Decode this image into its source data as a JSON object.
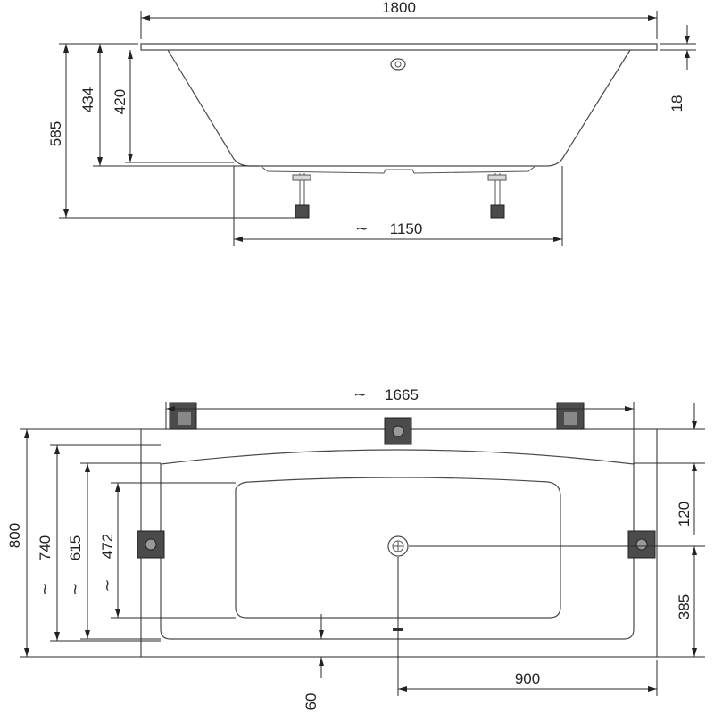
{
  "side_view": {
    "dims": {
      "length_top": "1800",
      "height_total": "585",
      "height_434": "434",
      "height_420": "420",
      "rim": "18",
      "base_length": "1150"
    },
    "approx": "~"
  },
  "top_view": {
    "dims": {
      "inner_length": "1665",
      "width_total": "800",
      "width_740": "740",
      "width_615": "615",
      "width_472": "472",
      "offset_120": "120",
      "offset_385": "385",
      "drain_offset": "900",
      "overflow_offset": "60"
    },
    "approx": "~"
  },
  "icons": {
    "side_drain": "drain-icon",
    "top_drain": "drain-icon",
    "legs": "leg-icon",
    "brackets": "mounting-bracket-icon"
  }
}
